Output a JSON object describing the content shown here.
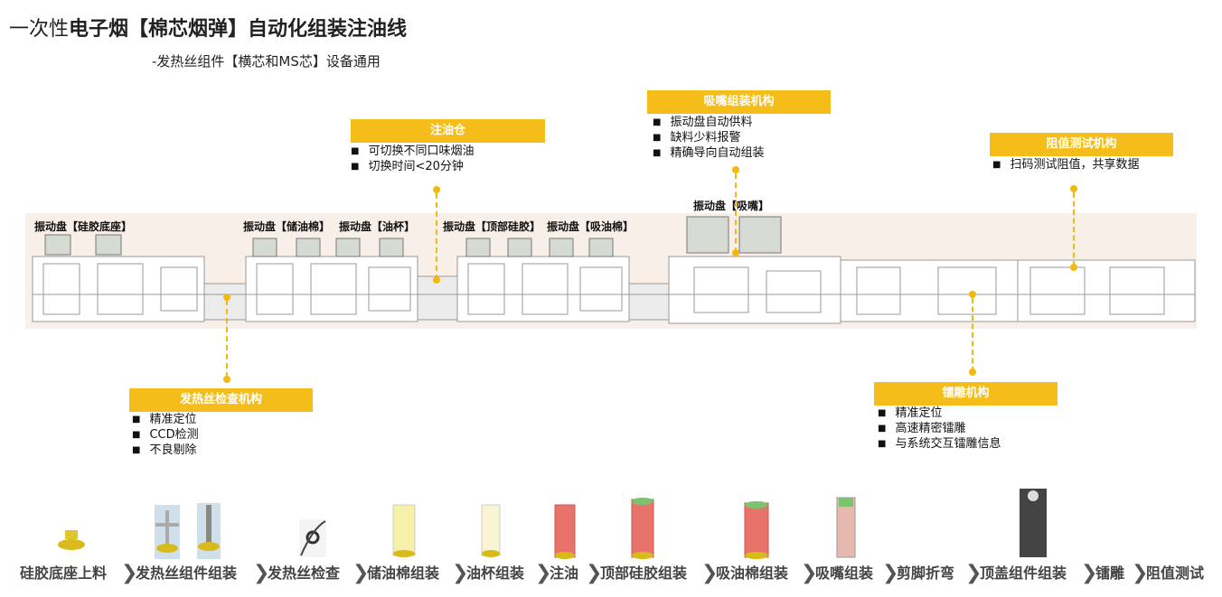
{
  "title_light": "一次性",
  "title_bold": "电子烟【棉芯烟弹】自动化组装注油线",
  "subtitle": "-发热丝组件【横芯和MS芯】设备通用",
  "boxes": {
    "injection": {
      "title": "注油仓",
      "items": [
        "可切换不同口味烟油",
        "切换时间<20分钟"
      ]
    },
    "mouthpiece": {
      "title": "吸嘴组装机构",
      "items": [
        "振动盘自动供料",
        "缺料少料报警",
        "精确导向自动组装"
      ]
    },
    "resistance": {
      "title": "阻值测试机构",
      "items": [
        "扫码测试阻值，共享数据"
      ]
    },
    "heating": {
      "title": "发热丝检查机构",
      "items": [
        "精准定位",
        "CCD检测",
        "不良剔除"
      ]
    },
    "engraving": {
      "title": "镭雕机构",
      "items": [
        "精准定位",
        "高速精密镭雕",
        "与系统交互镭雕信息"
      ]
    }
  },
  "vibration_labels": [
    "振动盘【硅胶底座】",
    "振动盘【储油棉】",
    "振动盘【油杯】",
    "振动盘【顶部硅胶】",
    "振动盘【吸油棉】",
    "振动盘【吸嘴】"
  ],
  "flow_steps": [
    "硅胶底座上料",
    "发热丝组件组装",
    "发热丝检查",
    "储油棉组装",
    "油杯组装",
    "注油",
    "顶部硅胶组装",
    "吸油棉组装",
    "吸嘴组装",
    "剪脚折弯",
    "顶盖组件组装",
    "镭雕",
    "阻值测试"
  ],
  "colors": {
    "accent": "#f5bd19",
    "machine_bg": "#f8efe9",
    "oil_red": "#e8736a",
    "cotton_yellow": "#f7f0a8"
  }
}
